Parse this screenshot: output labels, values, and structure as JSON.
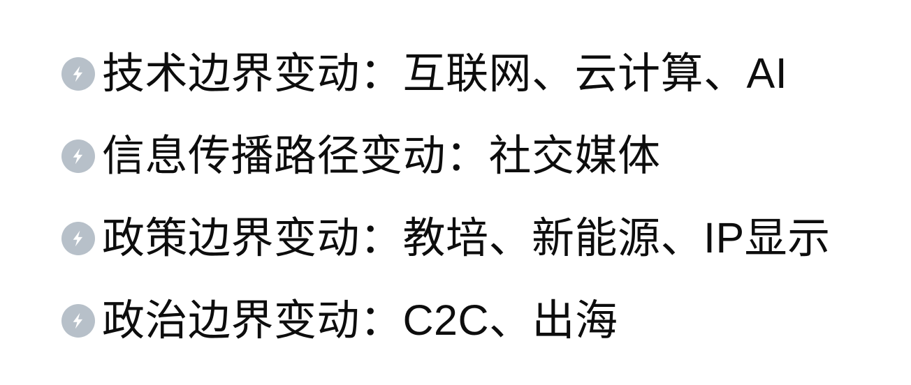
{
  "slide": {
    "background_color": "#ffffff",
    "text_color": "#0d0d0d",
    "icon_circle_color": "#b7c0c9",
    "icon_glyph_color": "#ffffff",
    "icon_name": "lightning-bolt-icon",
    "bullets": [
      {
        "text": "技术边界变动：互联网、云计算、AI"
      },
      {
        "text": "信息传播路径变动：社交媒体"
      },
      {
        "text": "政策边界变动：教培、新能源、IP显示"
      },
      {
        "text": "政治边界变动：C2C、出海"
      }
    ]
  }
}
